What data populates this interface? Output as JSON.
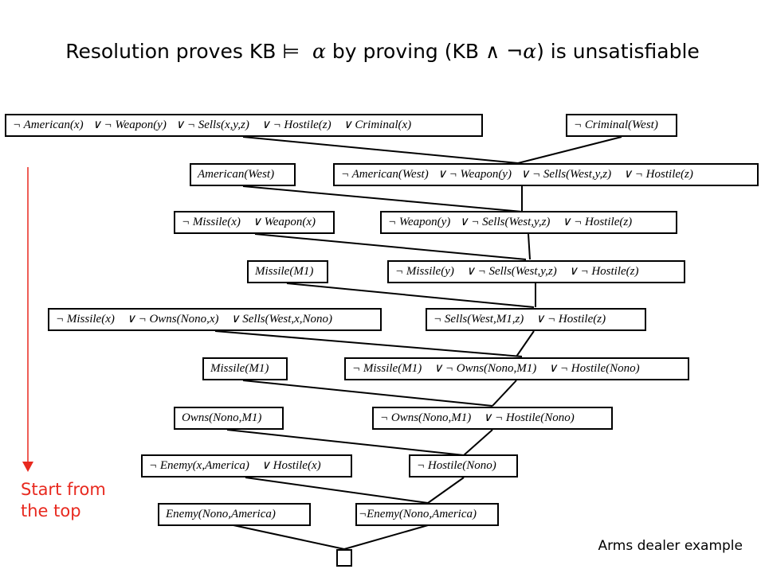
{
  "title": {
    "before": "Resolution proves KB ",
    "entails": "⊨",
    "alpha1": "α",
    "middle": " by proving (KB ",
    "and_not": "∧ ¬",
    "alpha2": "α",
    "after": ") is unsatisfiable"
  },
  "clauses": {
    "c1": "¬ American(x)   ∨ ¬ Weapon(y)   ∨ ¬ Sells(x,y,z)    ∨ ¬ Hostile(z)    ∨ Criminal(x)",
    "g1": "¬ Criminal(West)",
    "c2": "American(West)",
    "r1": "¬ American(West)   ∨ ¬ Weapon(y)   ∨ ¬ Sells(West,y,z)    ∨ ¬ Hostile(z)",
    "c3": "¬ Missile(x)    ∨ Weapon(x)",
    "r2": "¬ Weapon(y)   ∨ ¬ Sells(West,y,z)    ∨ ¬ Hostile(z)",
    "c4": "Missile(M1)",
    "r3": "¬ Missile(y)    ∨ ¬ Sells(West,y,z)    ∨ ¬ Hostile(z)",
    "c5": "¬ Missile(x)    ∨ ¬ Owns(Nono,x)    ∨ Sells(West,x,Nono)",
    "r4": "¬ Sells(West,M1,z)    ∨ ¬ Hostile(z)",
    "c6": "Missile(M1)",
    "r5": "¬ Missile(M1)    ∨ ¬ Owns(Nono,M1)    ∨ ¬ Hostile(Nono)",
    "c7": "Owns(Nono,M1)",
    "r6": "¬ Owns(Nono,M1)    ∨ ¬ Hostile(Nono)",
    "c8": "¬ Enemy(x,America)    ∨ Hostile(x)",
    "r7": "¬ Hostile(Nono)",
    "c9": "Enemy(Nono,America)",
    "r8": "¬Enemy(Nono,America)"
  },
  "annotation": {
    "line1": "Start from",
    "line2": "the top",
    "color": "#e8291f"
  },
  "footer": "Arms dealer example"
}
